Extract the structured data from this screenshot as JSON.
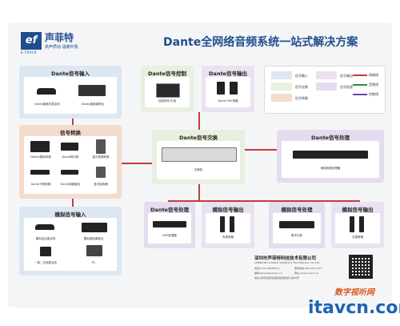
{
  "brand": {
    "name": "声菲特",
    "tagline": "高声质动·温暖你我",
    "en": "E-TRACK"
  },
  "title": "Dante全网络音频系统一站式解决方案",
  "legend": {
    "items": [
      {
        "label": "信号输入",
        "color": "#dde7f2"
      },
      {
        "label": "信号交换",
        "color": "#e8f0e0"
      },
      {
        "label": "信号输出",
        "color": "#ebe2f1"
      },
      {
        "label": "信号转换",
        "color": "#f3dccd"
      },
      {
        "label": "信号处理",
        "color": "#e5dcef"
      }
    ],
    "lines": [
      {
        "label": "网络线",
        "color": "#c43c3c"
      },
      {
        "label": "音频线",
        "color": "#2b8a3e"
      },
      {
        "label": "控制线",
        "color": "#7a3fa0"
      }
    ]
  },
  "blocks": {
    "dante_input": {
      "title": "Dante信号输入",
      "devices": [
        "Dante桌面式麦克风",
        "Dante桌面调音台"
      ]
    },
    "dante_control": {
      "title": "Dante信号控制",
      "devices": [
        "控制软件/平板"
      ]
    },
    "dante_output": {
      "title": "Dante信号输出",
      "devices": [
        "Dante PoE音箱"
      ]
    },
    "conversion": {
      "title": "信号转换",
      "devices": [
        "Dante/模拟转换",
        "Dante网口转",
        "蓝牙音频转换",
        "Dante卡座转换",
        "Dante桌面输出",
        "蓝牙接收器"
      ]
    },
    "exchange": {
      "title": "Dante信号交换",
      "devices": [
        "交换机"
      ]
    },
    "processing_right": {
      "title": "Dante信号处理",
      "devices": [
        "网络音频处理器"
      ]
    },
    "analog_input": {
      "title": "模拟信号输入",
      "devices": [
        "模拟会议麦克风",
        "模拟桌面调音台",
        "一拖二无线麦克风",
        "PC"
      ]
    },
    "proc_a": {
      "title": "Dante信号处理",
      "devices": [
        "DSP处理器"
      ]
    },
    "out_a": {
      "title": "模拟信号输出",
      "devices": [
        "有源音箱"
      ]
    },
    "proc_b": {
      "title": "模拟信号处理",
      "devices": [
        "数字功放"
      ]
    },
    "out_b": {
      "title": "模拟信号输出",
      "devices": [
        "无源音箱"
      ]
    }
  },
  "footer": {
    "company": "深圳市声菲特科技技术有限公司",
    "company_en": "SHENZHEN E-TRACK SCIENCE & TECHNOLOGY CO.,LTD.",
    "phone": "电话:0755-28465616",
    "hotline": "服务热线:400-900-2723",
    "email": "邮箱:etrack@e-track.cn",
    "web": "网址:www.e-track.cn",
    "address": "地址:深圳市宝安区福海街道新田大道68号"
  },
  "watermark": {
    "line1": "数字视听网",
    "line2": "itavcn.com"
  }
}
